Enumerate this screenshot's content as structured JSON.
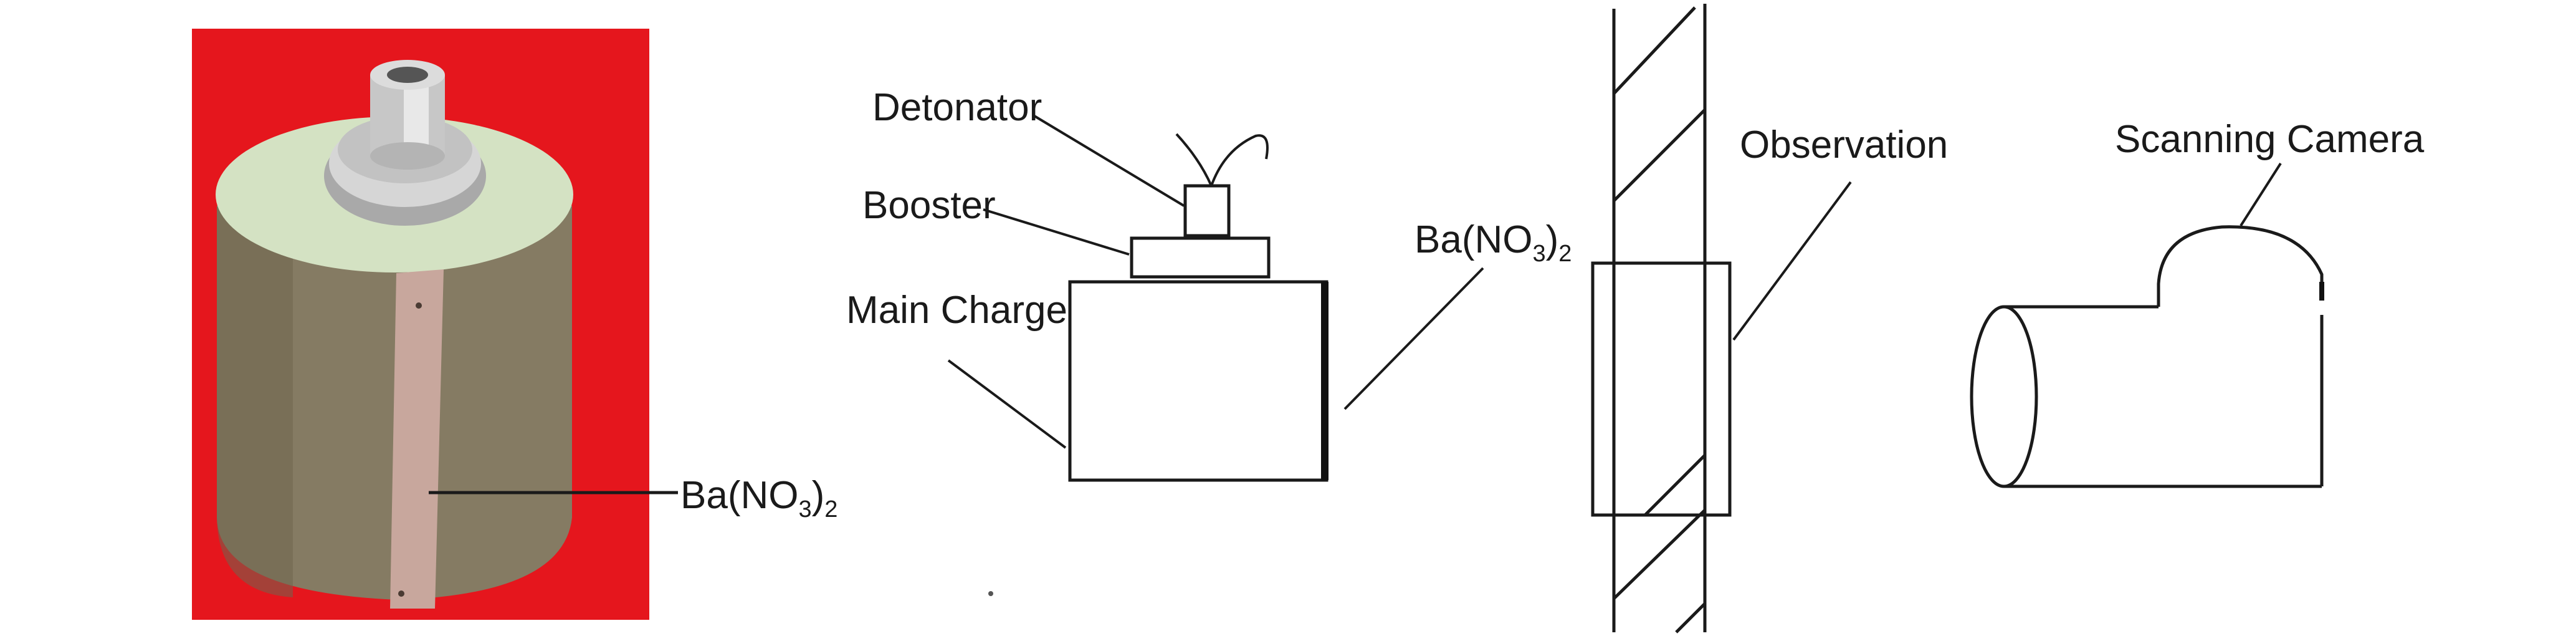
{
  "photo": {
    "background_color": "#e5161d",
    "cylinder_body_color": "#857b63",
    "cylinder_top_color": "#d4e2c3",
    "strip_color": "#c8a79d",
    "fitting_color": "#bfbfbf",
    "label_base": "Ba(NO",
    "label_sub1": "3",
    "label_close": ")",
    "label_sub2": "2"
  },
  "setup_diagram": {
    "detonator_label": "Detonator",
    "booster_label": "Booster",
    "main_charge_label": "Main  Charge",
    "strip_label_base": "Ba(NO",
    "strip_label_sub1": "3",
    "strip_label_close": ")",
    "strip_label_sub2": "2"
  },
  "window_diagram": {
    "observation_label": "Observation"
  },
  "camera_diagram": {
    "camera_label": "Scanning Camera"
  }
}
